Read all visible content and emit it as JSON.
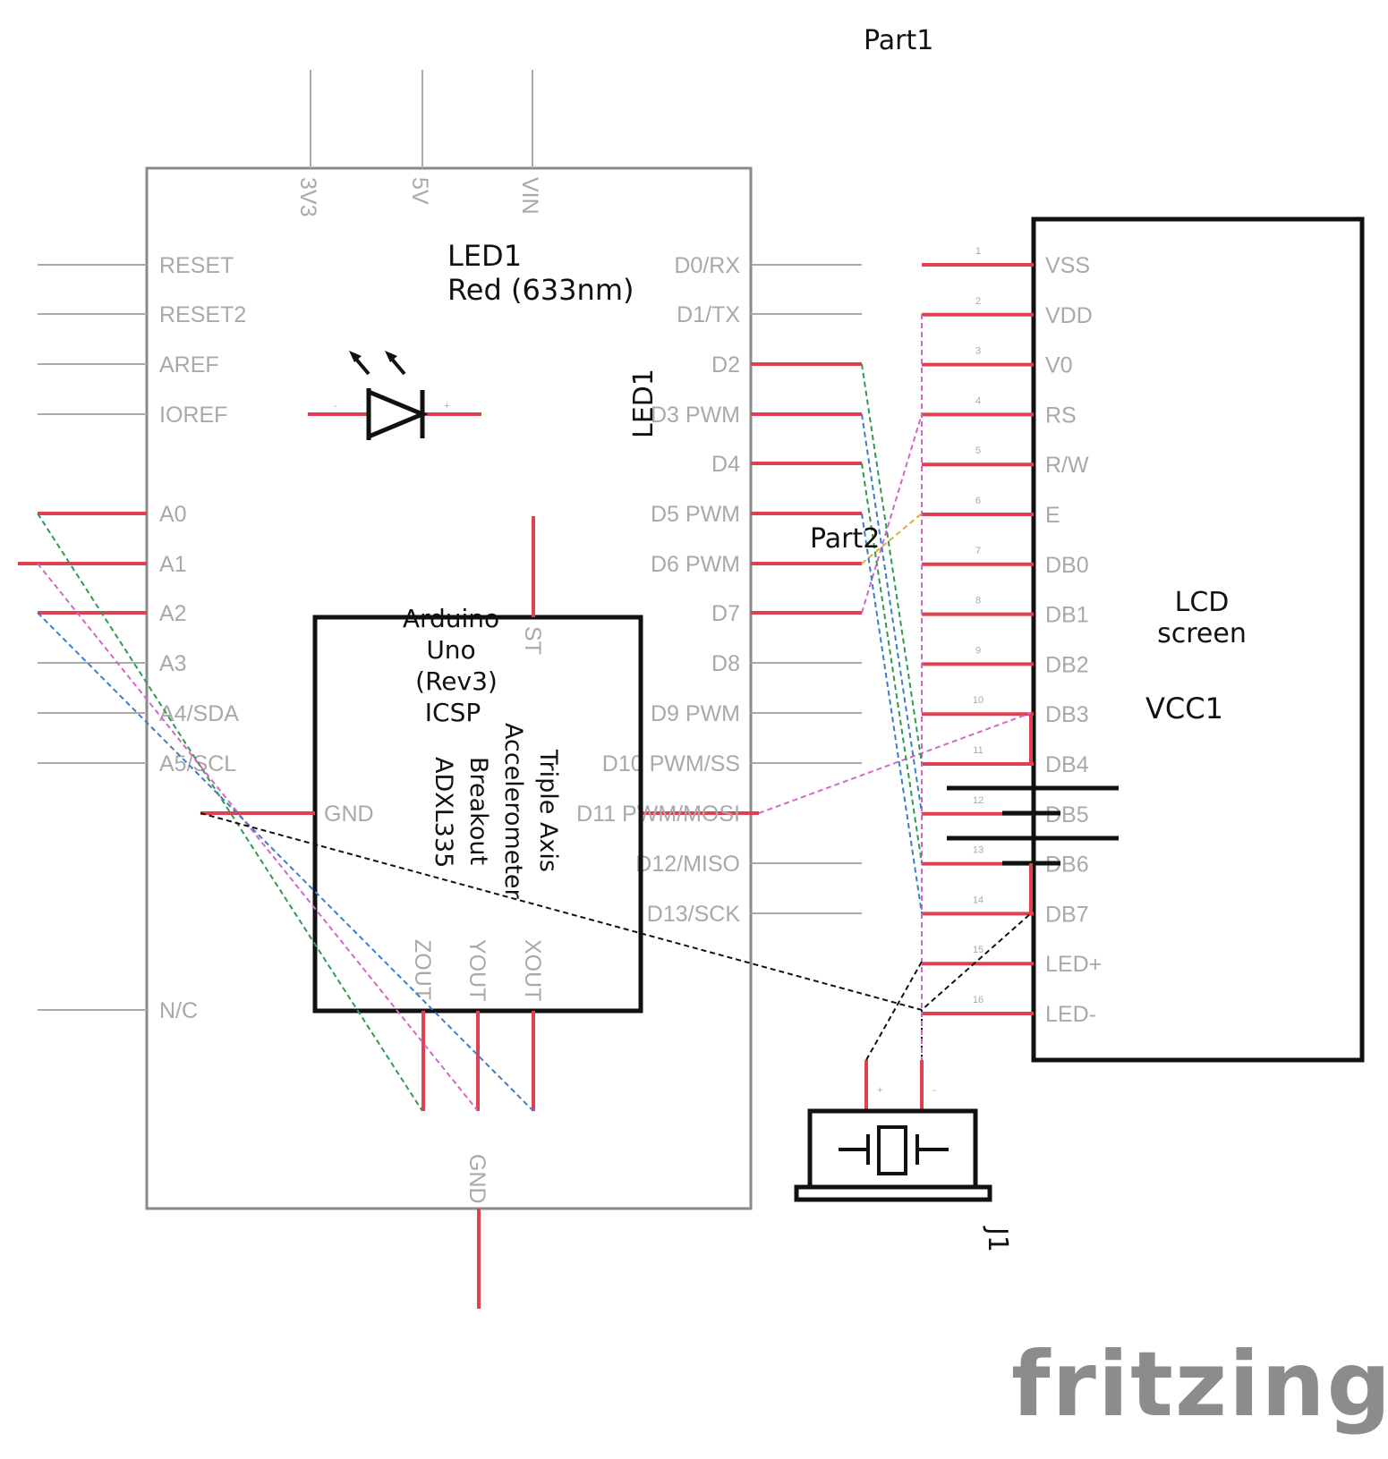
{
  "part1": {
    "label": "Part1"
  },
  "part2": {
    "label": "Part2"
  },
  "led": {
    "name": "LED1",
    "description": "Red (633nm)",
    "rotated_label": "LED1",
    "pin_minus": "-",
    "pin_plus": "+"
  },
  "arduino": {
    "name_lines": [
      "Arduino",
      "Uno",
      "(Rev3)",
      "ICSP"
    ],
    "top_pins": [
      "3V3",
      "5V",
      "VIN"
    ],
    "left_pins": [
      "RESET",
      "RESET2",
      "AREF",
      "IOREF",
      "A0",
      "A1",
      "A2",
      "A3",
      "A4/SDA",
      "A5/SCL",
      "N/C"
    ],
    "right_pins": [
      "D0/RX",
      "D1/TX",
      "D2",
      "D3 PWM",
      "D4",
      "D5 PWM",
      "D6 PWM",
      "D7",
      "D8",
      "D9 PWM",
      "D10 PWM/SS",
      "D11 PWM/MOSI",
      "D12/MISO",
      "D13/SCK"
    ],
    "bottom_pin": "GND"
  },
  "accelerometer": {
    "name_lines": [
      "Triple Axis",
      "Accelerometer",
      "Breakout",
      "ADXL335"
    ],
    "gnd": "GND",
    "st": "ST",
    "bottom_pins": [
      "ZOUT",
      "YOUT",
      "XOUT"
    ]
  },
  "lcd": {
    "name_lines": [
      "LCD",
      "screen"
    ],
    "pins": [
      "VSS",
      "VDD",
      "V0",
      "RS",
      "R/W",
      "E",
      "DB0",
      "DB1",
      "DB2",
      "DB3",
      "DB4",
      "DB5",
      "DB6",
      "DB7",
      "LED+",
      "LED-"
    ],
    "pin_numbers": [
      "1",
      "2",
      "3",
      "4",
      "5",
      "6",
      "7",
      "8",
      "9",
      "10",
      "11",
      "12",
      "13",
      "14",
      "15",
      "16"
    ]
  },
  "battery": {
    "label": "VCC1"
  },
  "buzzer": {
    "label": "J1",
    "pin_plus": "+",
    "pin_minus": "-"
  },
  "logo": {
    "text": "fritzing"
  },
  "colors": {
    "pin_line": "#a9a9a9",
    "connected_pin": "#e0404f",
    "part_outline": "#111111",
    "wire_green": "#2e9a4f",
    "wire_blue": "#3b7ec8",
    "wire_pink": "#d466c8",
    "wire_black": "#111111",
    "wire_yellow": "#d8b23a",
    "logo": "#8c8c8c"
  }
}
